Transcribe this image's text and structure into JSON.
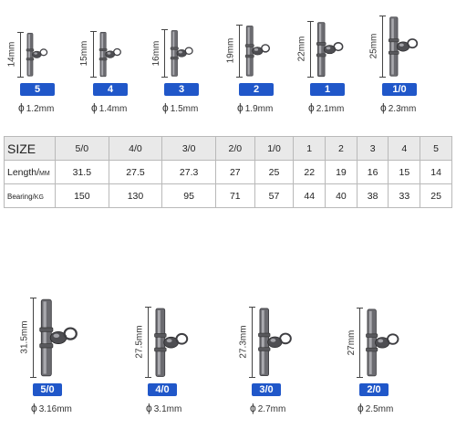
{
  "top_items": [
    {
      "size": "5",
      "length": "14mm",
      "diameter": "1.2mm"
    },
    {
      "size": "4",
      "length": "15mm",
      "diameter": "1.4mm"
    },
    {
      "size": "3",
      "length": "16mm",
      "diameter": "1.5mm"
    },
    {
      "size": "2",
      "length": "19mm",
      "diameter": "1.9mm"
    },
    {
      "size": "1",
      "length": "22mm",
      "diameter": "2.1mm"
    },
    {
      "size": "1/0",
      "length": "25mm",
      "diameter": "2.3mm"
    }
  ],
  "bottom_items": [
    {
      "size": "5/0",
      "length": "31.5mm",
      "diameter": "3.16mm"
    },
    {
      "size": "4/0",
      "length": "27.5mm",
      "diameter": "3.1mm"
    },
    {
      "size": "3/0",
      "length": "27.3mm",
      "diameter": "2.7mm"
    },
    {
      "size": "2/0",
      "length": "27mm",
      "diameter": "2.5mm"
    }
  ],
  "diameter_symbol": "ϕ",
  "table": {
    "size_label": "SIZE",
    "length_label": "Length/",
    "length_unit": "MM",
    "bearing_label": "Bearing/",
    "bearing_unit": "KG",
    "sizes": [
      "5/0",
      "4/0",
      "3/0",
      "2/0",
      "1/0",
      "1",
      "2",
      "3",
      "4",
      "5"
    ],
    "lengths": [
      "31.5",
      "27.5",
      "27.3",
      "27",
      "25",
      "22",
      "19",
      "16",
      "15",
      "14"
    ],
    "bearings": [
      "150",
      "130",
      "95",
      "71",
      "57",
      "44",
      "40",
      "38",
      "33",
      "25"
    ]
  },
  "colors": {
    "badge": "#2057c9",
    "header_row": "#e9e9e9"
  }
}
